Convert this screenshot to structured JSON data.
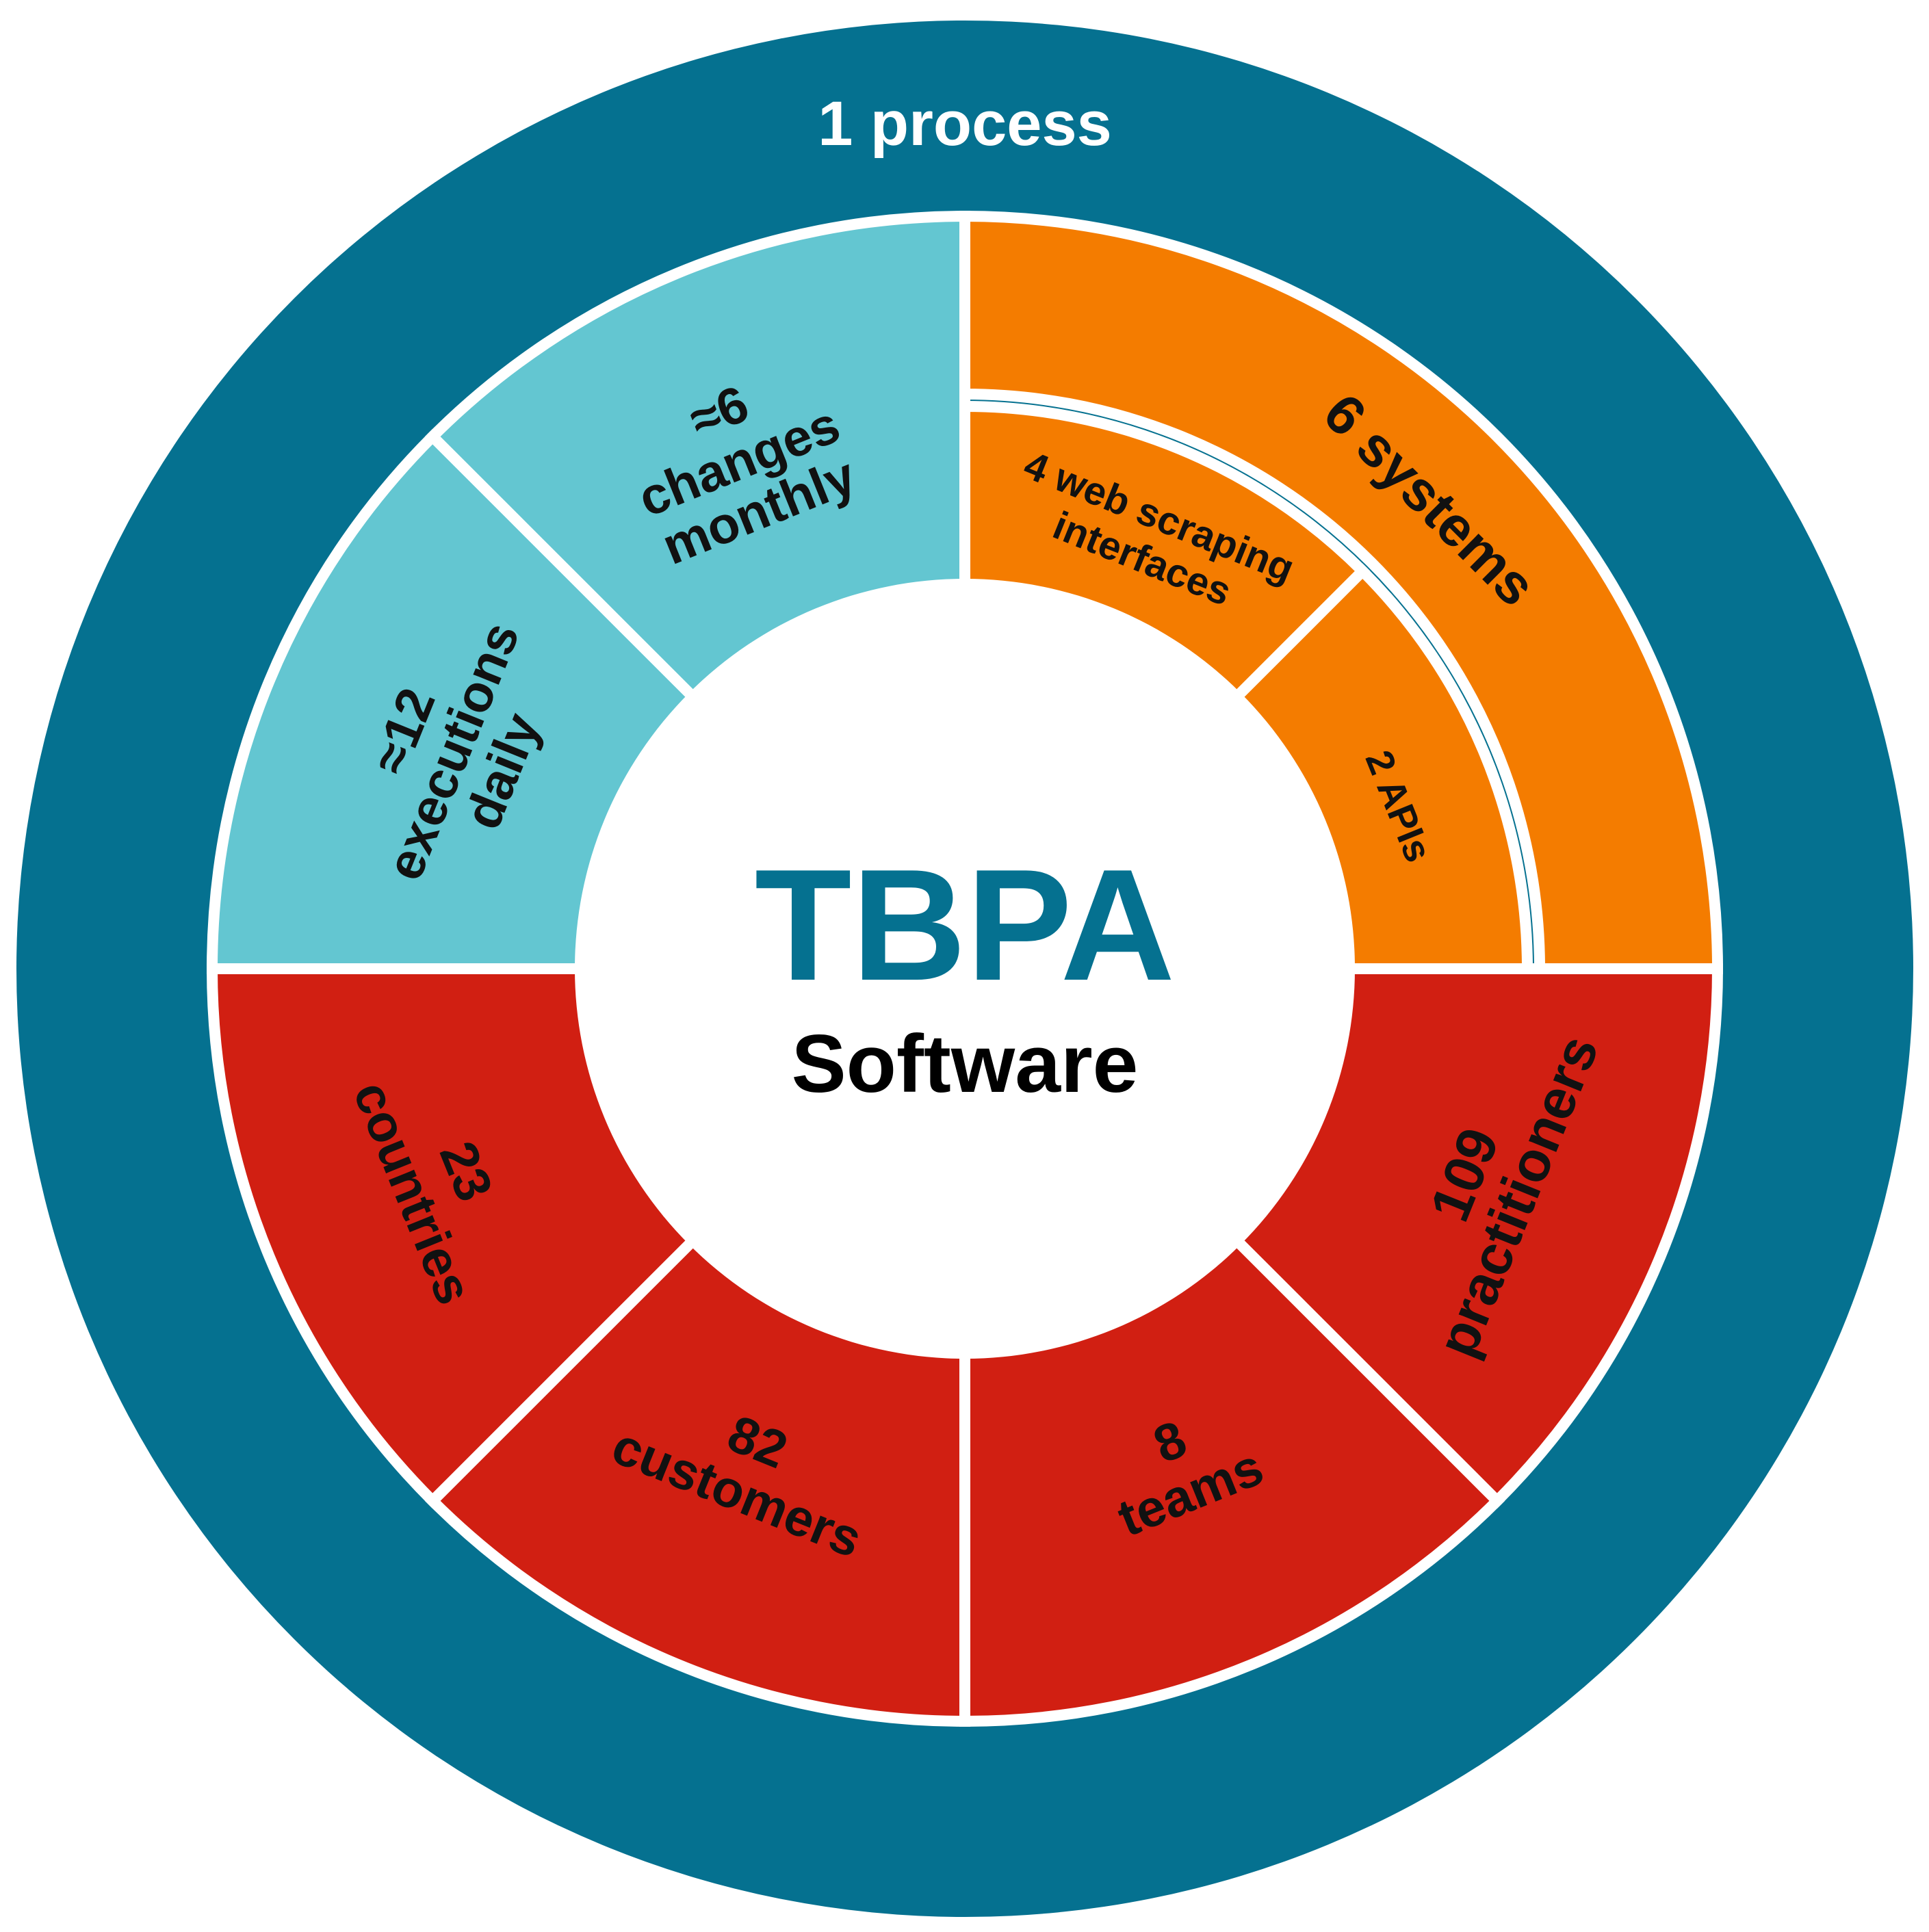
{
  "outer_label": "1 process",
  "center": {
    "title": "TBPA",
    "subtitle": "Software"
  },
  "segments": {
    "changes": [
      "≈6",
      "changes",
      "monthly"
    ],
    "executions": [
      "≈12",
      "executions",
      "daily"
    ],
    "systems": [
      "6 systems"
    ],
    "scraping": [
      "4 web scraping",
      "interfaces"
    ],
    "apis": [
      "2 APIs"
    ],
    "practitioners": [
      "109",
      "practitioners"
    ],
    "teams": [
      "8",
      "teams"
    ],
    "customers": [
      "82",
      "customers"
    ],
    "countries": [
      "23",
      "countries"
    ]
  },
  "colors": {
    "outer": "#057190",
    "teal": "#63c6d1",
    "orange": "#f47c00",
    "red": "#d11f12",
    "center_title": "#057190",
    "center_subtitle": "#000000",
    "label": "#111111",
    "outer_label": "#ffffff",
    "divider": "#ffffff"
  }
}
